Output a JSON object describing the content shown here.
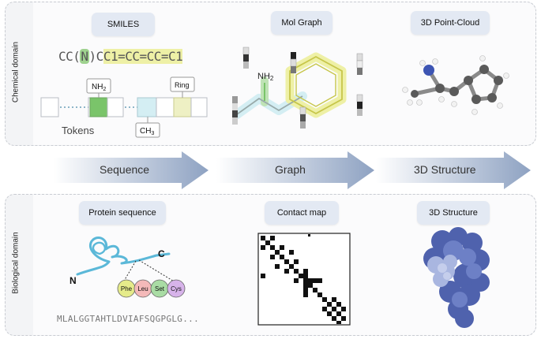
{
  "chemical": {
    "domain_label": "Chemical domain",
    "smiles_title": "SMILES",
    "molgraph_title": "Mol Graph",
    "pointcloud_title": "3D Point-Cloud",
    "smiles": {
      "prefix": "CC(",
      "n": "N",
      "mid": ")C",
      "ring": "C1=CC=CC=C1"
    },
    "tokens_label": "Tokens",
    "nh2_label": "NH",
    "nh2_sub": "2",
    "ring_label": "Ring",
    "ch3_label": "CH",
    "ch3_sub": "3",
    "graph_nh2": "NH",
    "graph_nh2_sub": "2"
  },
  "flow": {
    "sequence": "Sequence",
    "graph": "Graph",
    "structure": "3D Structure"
  },
  "biological": {
    "domain_label": "Biological domain",
    "protein_title": "Protein sequence",
    "contact_title": "Contact map",
    "structure_title": "3D Structure",
    "n_label": "N",
    "c_label": "C",
    "residues": [
      "Phe",
      "Leu",
      "Set",
      "Cys"
    ],
    "sequence_text": "MLALGGTAHTLDVIAFSQGPGLG..."
  },
  "colors": {
    "accent_green": "#7ac46a",
    "accent_yellow": "#e7e88a",
    "accent_cyan": "#d4eef3",
    "protein_line": "#5bb8d8",
    "protein_blob": "#5a6fb5",
    "pill_bg": "#e3e9f3"
  }
}
